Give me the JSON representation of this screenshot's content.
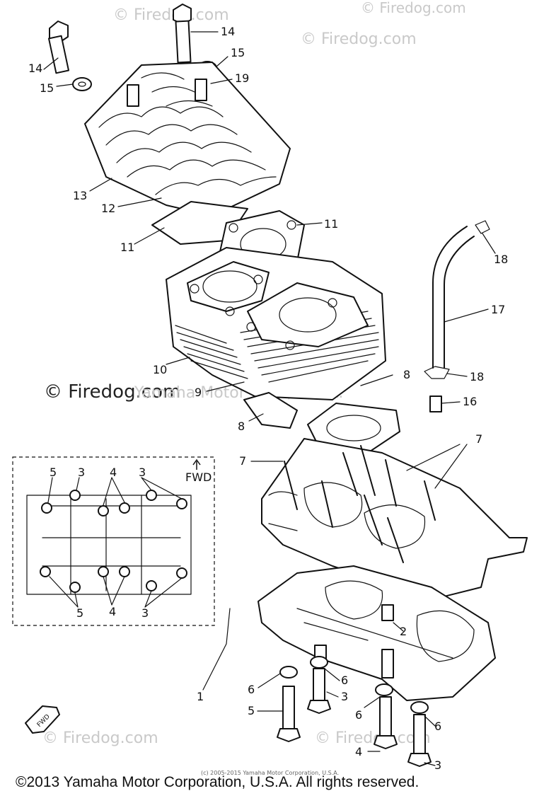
{
  "watermarks": [
    "© Firedog.com",
    "© Firedog.com",
    "© Firedog.com",
    "© Firedog.com",
    "© Firedog.com",
    "© Firedog.com"
  ],
  "watermark_center": "Yamaha Motor Corp, U.S.A.",
  "callouts": {
    "c14a": "14",
    "c14b": "14",
    "c15a": "15",
    "c15b": "15",
    "c19": "19",
    "c13": "13",
    "c12": "12",
    "c11a": "11",
    "c11b": "11",
    "c18a": "18",
    "c17": "17",
    "c18b": "18",
    "c16": "16",
    "c10": "10",
    "c9": "9",
    "c8a": "8",
    "c8b": "8",
    "c7a": "7",
    "c7b": "7",
    "c2": "2",
    "c1": "1",
    "c6a": "6",
    "c6b": "6",
    "c6c": "6",
    "c6d": "6",
    "c3a": "3",
    "c3b": "3",
    "c5": "5",
    "c4": "4"
  },
  "inset": {
    "fwd": "FWD",
    "top_labels": [
      "5",
      "3",
      "4",
      "3"
    ],
    "bottom_labels": [
      "5",
      "4",
      "3"
    ]
  },
  "fwd_badge": "FWD",
  "small_copyright": "(c) 2005-2015 Yamaha Motor Corporation, U.S.A.",
  "copyright": "©2013 Yamaha Motor Corporation, U.S.A. All rights reserved."
}
